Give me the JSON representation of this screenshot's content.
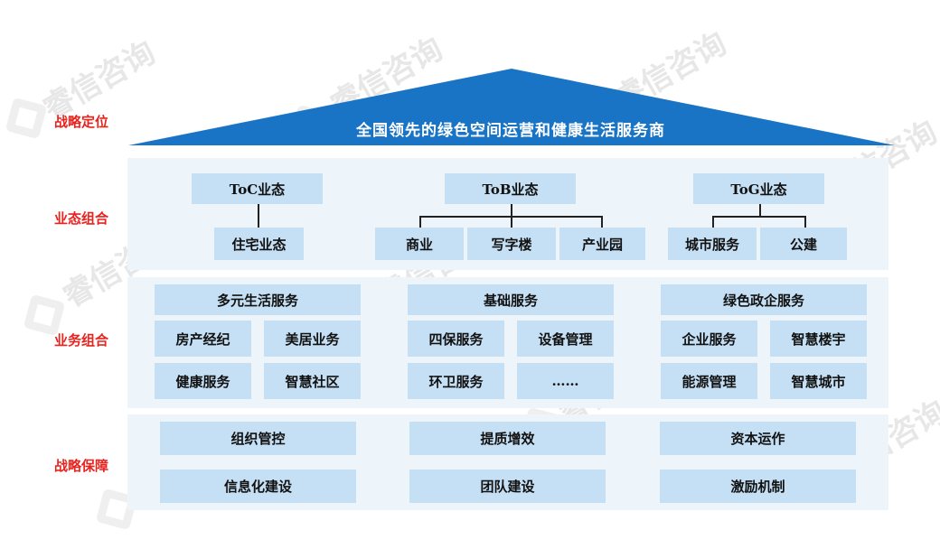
{
  "side_labels": {
    "positioning": "战略定位",
    "formats": "业态组合",
    "business": "业务组合",
    "support": "战略保障"
  },
  "roof_title": "全国领先的绿色空间运营和健康生活服务商",
  "formats": {
    "toc": {
      "label": "ToC业态",
      "children": [
        "住宅业态"
      ]
    },
    "tob": {
      "label": "ToB业态",
      "children": [
        "商业",
        "写字楼",
        "产业园"
      ]
    },
    "tog": {
      "label": "ToG业态",
      "children": [
        "城市服务",
        "公建"
      ]
    }
  },
  "business": {
    "g1": {
      "header": "多元生活服务",
      "items": [
        "房产经纪",
        "美居业务",
        "健康服务",
        "智慧社区"
      ]
    },
    "g2": {
      "header": "基础服务",
      "items": [
        "四保服务",
        "设备管理",
        "环卫服务",
        "……"
      ]
    },
    "g3": {
      "header": "绿色政企服务",
      "items": [
        "企业服务",
        "智慧楼宇",
        "能源管理",
        "智慧城市"
      ]
    }
  },
  "support": {
    "c1": [
      "组织管控",
      "信息化建设"
    ],
    "c2": [
      "提质增效",
      "团队建设"
    ],
    "c3": [
      "资本运作",
      "激励机制"
    ]
  },
  "watermark": "睿信咨询",
  "colors": {
    "roof": "#1a74c6",
    "box": "#c5dff4",
    "band": "#edf4fa",
    "label_red": "#e8231e"
  }
}
